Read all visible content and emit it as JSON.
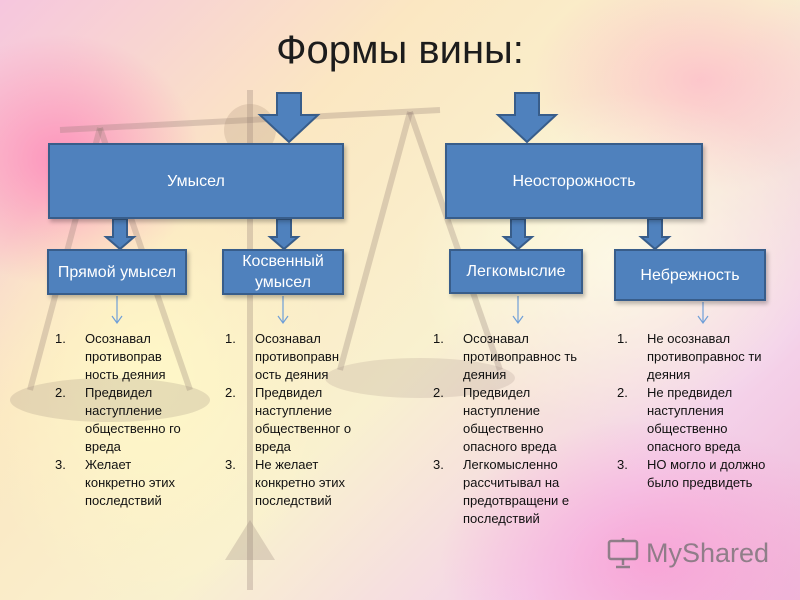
{
  "title": "Формы вины:",
  "top_boxes": [
    {
      "label": "Умысел"
    },
    {
      "label": "Неосторожность"
    }
  ],
  "sub_boxes": [
    {
      "label": "Прямой умысел"
    },
    {
      "label": "Косвенный умысел"
    },
    {
      "label": "Легкомыслие"
    },
    {
      "label": "Небрежность"
    }
  ],
  "lists": [
    {
      "items": [
        {
          "num": "1.",
          "text": "Осознавал противоправ ность деяния"
        },
        {
          "num": "2.",
          "text": "Предвидел наступление общественно го вреда"
        },
        {
          "num": "3.",
          "text": "Желает конкретно этих последствий"
        }
      ]
    },
    {
      "items": [
        {
          "num": "1.",
          "text": "Осознавал противоправн ость деяния"
        },
        {
          "num": "2.",
          "text": "Предвидел наступление общественног о вреда"
        },
        {
          "num": "3.",
          "text": "Не желает конкретно этих последствий"
        }
      ]
    },
    {
      "items": [
        {
          "num": "1.",
          "text": "Осознавал противоправнос ть деяния"
        },
        {
          "num": "2.",
          "text": "Предвидел наступление общественно опасного вреда"
        },
        {
          "num": "3.",
          "text": "Легкомысленно рассчитывал на предотвращени е последствий"
        }
      ]
    },
    {
      "items": [
        {
          "num": "1.",
          "text": "Не осознавал противоправнос ти деяния"
        },
        {
          "num": "2.",
          "text": "Не предвидел наступления общественно опасного вреда"
        },
        {
          "num": "3.",
          "text": "НО могло и должно было предвидеть"
        }
      ]
    }
  ],
  "watermark": {
    "text": "MyShared",
    "icon": "presentation-board-icon"
  },
  "colors": {
    "box_fill": "#4f81bd",
    "box_border": "#385d8a",
    "box_text": "#ffffff",
    "thin_arrow": "#6f9fd8"
  }
}
